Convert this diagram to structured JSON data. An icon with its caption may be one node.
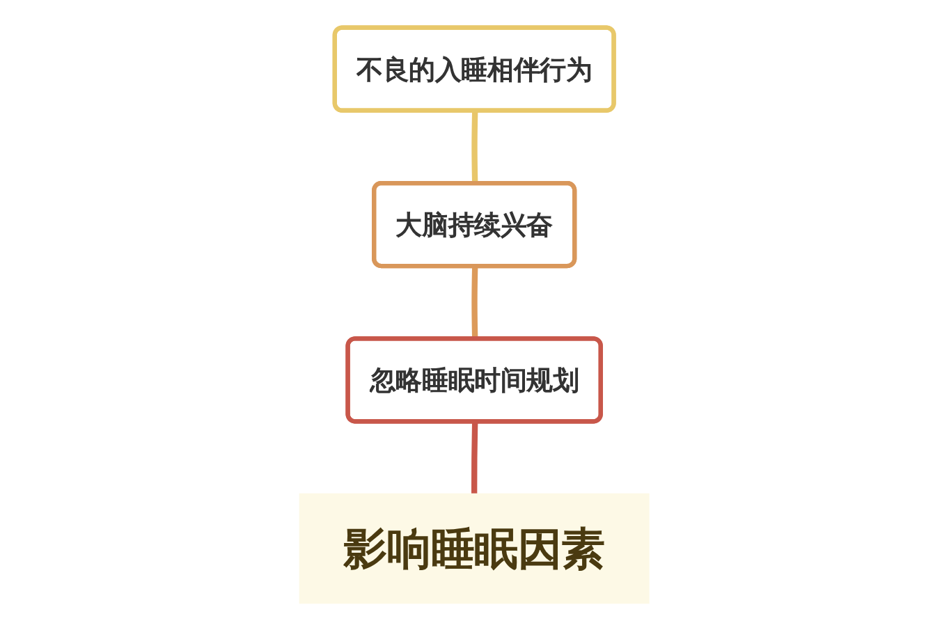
{
  "diagram": {
    "nodes": [
      {
        "text": [
          "影响睡眠因素"
        ]
      },
      {
        "text": [
          "忽略睡眠时间规划"
        ]
      },
      {
        "text": [
          "大脑持续兴奋"
        ]
      },
      {
        "text": [
          "不良的入睡相伴行为"
        ]
      }
    ],
    "edges": [
      {
        "from": 0,
        "to": 1,
        "arrow": "none",
        "color": "#c8574a"
      },
      {
        "from": 1,
        "to": 2,
        "arrow": "none",
        "color": "#dc9a5a"
      },
      {
        "from": 2,
        "to": 3,
        "arrow": "none",
        "color": "#e8c66a"
      }
    ]
  }
}
